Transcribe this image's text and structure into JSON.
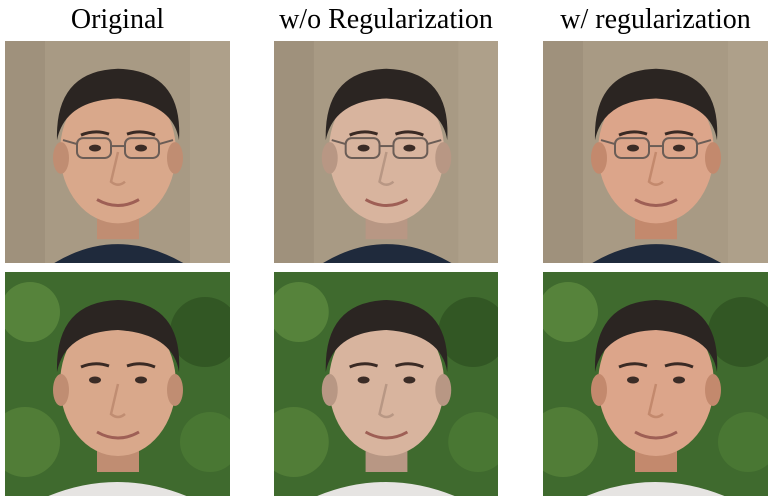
{
  "figure": {
    "columns": [
      {
        "title": "Original"
      },
      {
        "title": "w/o Regularization"
      },
      {
        "title": "w/ regularization"
      }
    ],
    "rows": [
      {
        "subject": "man-with-glasses"
      },
      {
        "subject": "man-smiling-outdoors"
      }
    ],
    "colors": {
      "row1_background": "#a89a84",
      "row2_background": "#3f6a2e",
      "shirt_dark": "#1f2a3c",
      "shirt_light": "#e6e4e2",
      "hair": "#2b2522"
    }
  }
}
